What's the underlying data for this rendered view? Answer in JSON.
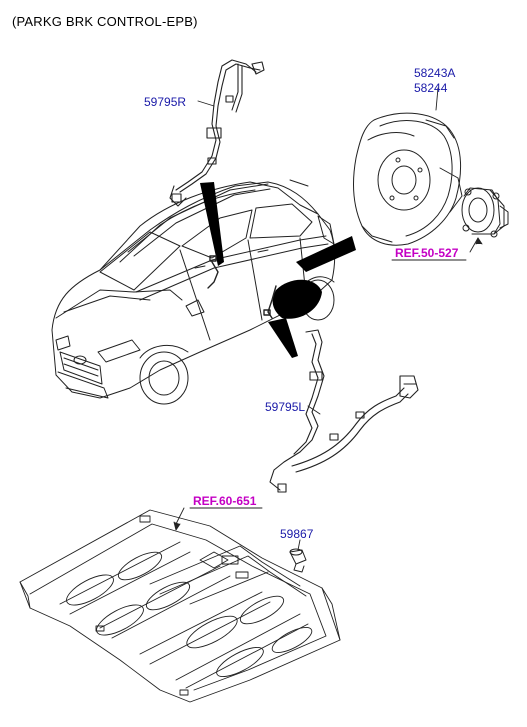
{
  "title": "(PARKG BRK CONTROL-EPB)",
  "colors": {
    "part_number": "#1a1aa8",
    "reference": "#c400c4",
    "line_art": "#222222"
  },
  "callouts": {
    "rear_right_cable": "59795R",
    "rear_left_cable": "59795L",
    "dust_cover_a": "58243A",
    "dust_cover": "58244",
    "clip": "59867"
  },
  "references": {
    "hub_ref": "REF.50-527",
    "floor_ref": "REF.60-651"
  },
  "illustrations": [
    "suv-vehicle-drawing",
    "brake-dust-cover-drawing",
    "wheel-hub-drawing",
    "epb-cable-right-drawing",
    "epb-cable-left-drawing",
    "clip-drawing",
    "floor-panel-drawing"
  ]
}
